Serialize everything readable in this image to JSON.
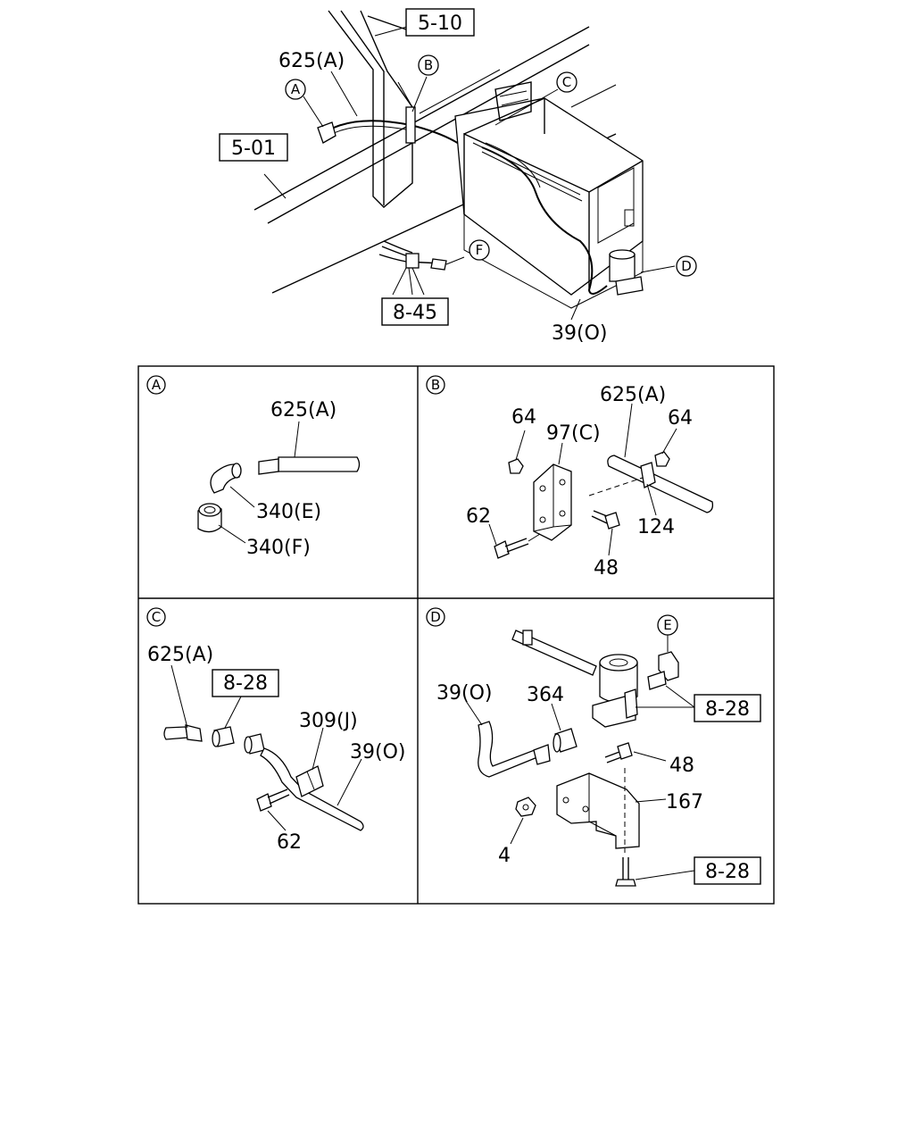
{
  "overview": {
    "ref_5_10": "5-10",
    "ref_5_01": "5-01",
    "ref_8_45": "8-45",
    "label_625a": "625(A)",
    "label_39o": "39(O)",
    "callouts": [
      "A",
      "B",
      "C",
      "D",
      "F"
    ]
  },
  "panel_a": {
    "letter": "A",
    "labels": [
      "625(A)",
      "340(E)",
      "340(F)"
    ]
  },
  "panel_b": {
    "letter": "B",
    "labels": [
      "625(A)",
      "64",
      "97(C)",
      "64",
      "62",
      "124",
      "48"
    ]
  },
  "panel_c": {
    "letter": "C",
    "labels": [
      "625(A)",
      "309(J)",
      "39(O)",
      "62"
    ],
    "ref_8_28": "8-28"
  },
  "panel_d": {
    "letter": "D",
    "labels": [
      "39(O)",
      "364",
      "48",
      "167",
      "4"
    ],
    "callout_e": "E",
    "ref_8_28_a": "8-28",
    "ref_8_28_b": "8-28"
  }
}
